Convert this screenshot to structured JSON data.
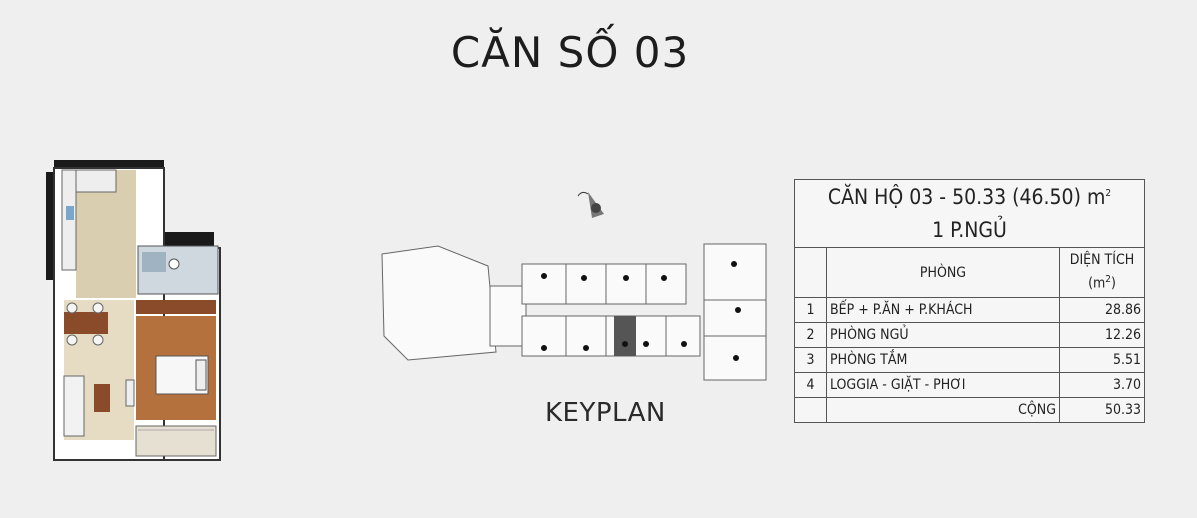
{
  "page": {
    "title": "CĂN SỐ 03"
  },
  "keyplan": {
    "label": "KEYPLAN"
  },
  "area_table": {
    "title_line1": "CĂN HỘ 03 - 50.33 (46.50) m",
    "title_sup": "2",
    "title_line2": "1 P.NGỦ",
    "header_room": "PHÒNG",
    "header_area": "DIỆN TÍCH",
    "header_unit_a": "(m",
    "header_unit_sup": "2",
    "header_unit_b": ")",
    "rows": [
      {
        "no": "1",
        "name": "BẾP + P.ĂN + P.KHÁCH",
        "area": "28.86"
      },
      {
        "no": "2",
        "name": "PHÒNG NGỦ",
        "area": "12.26"
      },
      {
        "no": "3",
        "name": "PHÒNG TẮM",
        "area": "5.51"
      },
      {
        "no": "4",
        "name": "LOGGIA - GIẶT - PHƠI",
        "area": "3.70"
      }
    ],
    "total_label": "CỘNG",
    "total_value": "50.33"
  },
  "colors": {
    "background": "#efefef",
    "wall": "#1a1a1a",
    "floor_tile": "#d9cfb0",
    "floor_wood": "#b5713d",
    "highlight_unit": "#555555"
  }
}
